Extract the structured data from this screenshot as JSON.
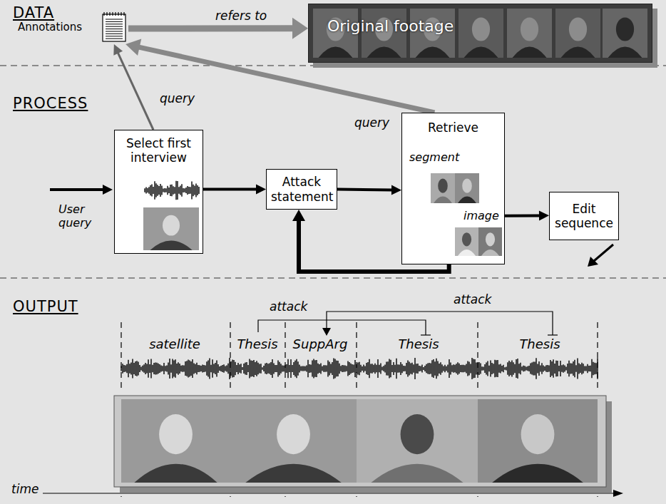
{
  "diagram": {
    "nodes": [
      {
        "text": [
          "Annotations"
        ]
      },
      {
        "text": [
          "Original footage"
        ]
      },
      {
        "text": [
          "Select first interview"
        ]
      },
      {
        "text": [
          "Attack statement"
        ]
      },
      {
        "text": [
          "Retrieve",
          "segment",
          "image"
        ]
      },
      {
        "text": [
          "Edit sequence"
        ]
      }
    ],
    "edges": [
      {
        "from": 0,
        "to": 1,
        "label": "refers to",
        "arrow": "to"
      },
      {
        "from": 2,
        "to": 0,
        "label": "query",
        "arrow": "to"
      },
      {
        "from": 4,
        "to": 0,
        "label": "query",
        "arrow": "to"
      },
      {
        "from": 2,
        "to": 3,
        "arrow": "to"
      },
      {
        "from": 3,
        "to": 4,
        "arrow": "to"
      },
      {
        "from": 4,
        "to": 3,
        "arrow": "to"
      },
      {
        "from": 4,
        "to": 5,
        "arrow": "to"
      }
    ],
    "labels": [
      "DATA",
      "PROCESS",
      "OUTPUT",
      "User query",
      "attack",
      "attack",
      "satellite",
      "Thesis",
      "SuppArg",
      "Thesis",
      "Thesis",
      "time"
    ]
  }
}
